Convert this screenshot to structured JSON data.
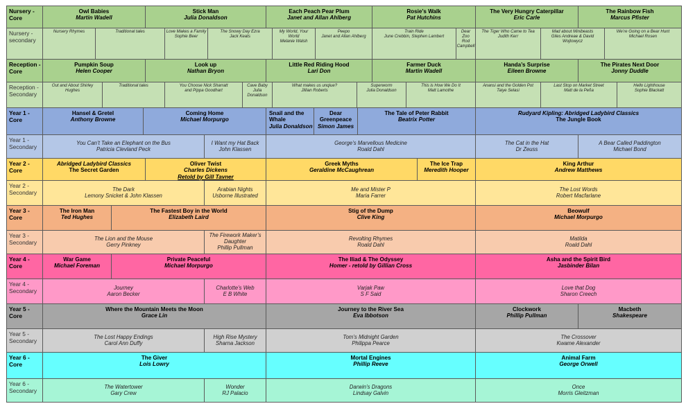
{
  "rows": [
    {
      "label": "Nursery - Core",
      "cells": [
        {
          "title": "Owl Babies",
          "author": "Martin Wadell"
        },
        {
          "title": "Stick Man",
          "author": "Julia Donaldson"
        },
        {
          "title": "Each Peach Pear Plum",
          "author": "Janet and Allan Ahlberg"
        },
        {
          "title": "Rosie’s Walk",
          "author": "Pat Hutchins"
        },
        {
          "title": "The Very Hungry Caterpillar",
          "author": "Eric Carle"
        },
        {
          "title": "The Rainbow Fish",
          "author": "Marcus Pfister"
        }
      ]
    },
    {
      "label": "Nursery - secondary",
      "cells": [
        {
          "title": "Nursery Rhymes",
          "author": ""
        },
        {
          "title": "Traditional tales",
          "author": ""
        },
        {
          "title": "Love Makes a Family",
          "author": "Sophie Beer"
        },
        {
          "title": "The Snowy Day Ezra",
          "author": "Jack Keats"
        },
        {
          "title": "My World, Your World",
          "author": "Melanie Walsh"
        },
        {
          "title": "Peepo",
          "author": "Janet and Allan Ahlberg"
        },
        {
          "title": "Train Ride",
          "author": "June Crebbin, Stephen Lambert"
        },
        {
          "title": "Dear Zoo",
          "author": "Rod Campbell"
        },
        {
          "title": "The Tiger Who Came to Tea",
          "author": "Judith Kerr"
        },
        {
          "title": "Mad about Minibeasts",
          "author": "Giles Andreae & David Wojtowycz"
        },
        {
          "title": "We’re Going on a Bear Hunt",
          "author": "Michael Rosen"
        }
      ]
    },
    {
      "label": "Reception - Core",
      "cells": [
        {
          "title": "Pumpkin Soup",
          "author": "Helen Cooper"
        },
        {
          "title": "Look up",
          "author": "Nathan Bryon"
        },
        {
          "title": "Little Red Riding Hood",
          "author": "Lari Don"
        },
        {
          "title": "Farmer Duck",
          "author": "Martin Wadell"
        },
        {
          "title": "Handa’s Surprise",
          "author": "Eileen Browne"
        },
        {
          "title": "The Pirates Next Door",
          "author": "Jonny Duddle"
        }
      ]
    },
    {
      "label": "Reception - Secondary",
      "cells": [
        {
          "title": "Out and About Shirley",
          "author": "Hughes"
        },
        {
          "title": "Traditional tales",
          "author": ""
        },
        {
          "title": "You Choose Nick Sharratt",
          "author": "and Pippa Goodhart"
        },
        {
          "title": "Cave Baby",
          "author": "Julia Donaldson"
        },
        {
          "title": "What makes us unqiue?",
          "author": "Jillian Roberts"
        },
        {
          "title": "Superworm",
          "author": "Julia Donaldson"
        },
        {
          "title": "This is How We Do It",
          "author": "Matt Lamothe"
        },
        {
          "title": "Anansi and the Golden Pot",
          "author": "Taiye Selasi"
        },
        {
          "title": "Last Stop on Market Street",
          "author": "Matt de la Peña"
        },
        {
          "title": "Hello Lighthouse",
          "author": "Sophie Blackatt"
        }
      ]
    },
    {
      "label": "Year 1 - Core",
      "cells": [
        {
          "title": "Hansel & Gretel",
          "author": "Anthony Browne"
        },
        {
          "title": "Coming Home",
          "author": "Michael Morpurgo"
        },
        {
          "title": "Snail and the Whale",
          "author": "Julia Donaldson"
        },
        {
          "title": "Dear Greenpeace",
          "author": "Simon James"
        },
        {
          "title": "The Tale of Peter Rabbit",
          "author": "Beatrix Potter"
        },
        {
          "title": "Rudyard Kipling: Abridged Ladybird Classics",
          "author": "The Jungle Book"
        }
      ]
    },
    {
      "label": "Year 1 - Secondary",
      "cells": [
        {
          "title": "You Can’t Take an Elephant on the Bus",
          "author": "Patricia Clevland Peck"
        },
        {
          "title": "I Want my Hat Back",
          "author": "John Klassen"
        },
        {
          "title": "George’s Marvellous Medicine",
          "author": "Roald Dahl"
        },
        {
          "title": "The Cat in the Hat",
          "author": "Dr Zeuss"
        },
        {
          "title": "A Bear Called Paddington",
          "author": "Michael Bond"
        }
      ]
    },
    {
      "label": "Year 2 - Core",
      "cells": [
        {
          "title": "Abridged Ladybird Classics",
          "author": "The Secret Garden"
        },
        {
          "title": "Oliver Twist",
          "author": "Charles Dickens",
          "author2": "Retold by Gill Tavner"
        },
        {
          "title": "Greek Myths",
          "author": "Geraldine McCaughrean"
        },
        {
          "title": "The Ice Trap",
          "author": "Meredith Hooper"
        },
        {
          "title": "King Arthur",
          "author": "Andrew Matthews"
        }
      ]
    },
    {
      "label": "Year 2 - Secondary",
      "cells": [
        {
          "title": "The Dark",
          "author": "Lemony Snicket & John Klassen"
        },
        {
          "title": "Arabian Nights",
          "author": "Usborne Illustrated"
        },
        {
          "title": "Me and Mister P",
          "author": "Maria Farrer"
        },
        {
          "title": "The Lost Words",
          "author": "Robert Macfarlane"
        }
      ]
    },
    {
      "label": "Year 3 - Core",
      "cells": [
        {
          "title": "The Iron Man",
          "author": "Ted Hughes"
        },
        {
          "title": "The Fastest Boy in the World",
          "author": "Elizabeth Laird"
        },
        {
          "title": "Stig of the Dump",
          "author": "Clive King"
        },
        {
          "title": "Beowulf",
          "author": "Michael Morpurgo"
        }
      ]
    },
    {
      "label": "Year 3 - Secondary",
      "cells": [
        {
          "title": "The Lion and the Mouse",
          "author": "Gerry Pinkney"
        },
        {
          "title": "The Firework Maker’s Daughter",
          "author": "Phillip Pullman"
        },
        {
          "title": "Revolting Rhymes",
          "author": "Roald Dahl"
        },
        {
          "title": "Matilda",
          "author": "Roald Dahl"
        }
      ]
    },
    {
      "label": "Year 4 - Core",
      "cells": [
        {
          "title": "War Game",
          "author": "Michael Foreman"
        },
        {
          "title": "Private Peaceful",
          "author": "Michael Morpurgo"
        },
        {
          "title": "The Iliad & The Odyssey",
          "author": "Homer - retold by Gillian Cross"
        },
        {
          "title": "Asha and the Spirit Bird",
          "author": "Jasbinder Bilan"
        }
      ]
    },
    {
      "label": "Year 4 - Secondary",
      "cells": [
        {
          "title": "Journey",
          "author": "Aaron Becker"
        },
        {
          "title": "Charlotte’s Web",
          "author": "E B White"
        },
        {
          "title": "Varjak Paw",
          "author": "S F Said"
        },
        {
          "title": "Love that Dog",
          "author": "Sharon Creech"
        }
      ]
    },
    {
      "label": "Year 5 - Core",
      "cells": [
        {
          "title": "Where the Mountain Meets the Moon",
          "author": "Grace Lin"
        },
        {
          "title": "Journey to the River Sea",
          "author": "Eva Ibbotson"
        },
        {
          "title": "Clockwork",
          "author": "Phillip Pullman"
        },
        {
          "title": "Macbeth",
          "author": "Shakespeare"
        }
      ]
    },
    {
      "label": "Year 5 - Secondary",
      "cells": [
        {
          "title": "The Lost Happy Endings",
          "author": "Carol Ann Duffy"
        },
        {
          "title": "High Rise Mystery",
          "author": "Sharna Jackson"
        },
        {
          "title": "Tom’s Midnight Garden",
          "author": "Philippa Pearce"
        },
        {
          "title": "The Crossover",
          "author": "Kwame Alexander"
        }
      ]
    },
    {
      "label": "Year 6 - Core",
      "cells": [
        {
          "title": "The Giver",
          "author": "Lois Lowry"
        },
        {
          "title": "Mortal Engines",
          "author": "Phillip Reeve"
        },
        {
          "title": "Animal Farm",
          "author": "George Orwell"
        }
      ]
    },
    {
      "label": "Year 6 - Secondary",
      "cells": [
        {
          "title": "The Watertower",
          "author": "Gary Crew"
        },
        {
          "title": "Wonder",
          "author": "RJ Palacio"
        },
        {
          "title": "Darwin’s Dragons",
          "author": "Lindsay Galvin"
        },
        {
          "title": "Once",
          "author": "Morris Gleitzman"
        }
      ]
    }
  ]
}
